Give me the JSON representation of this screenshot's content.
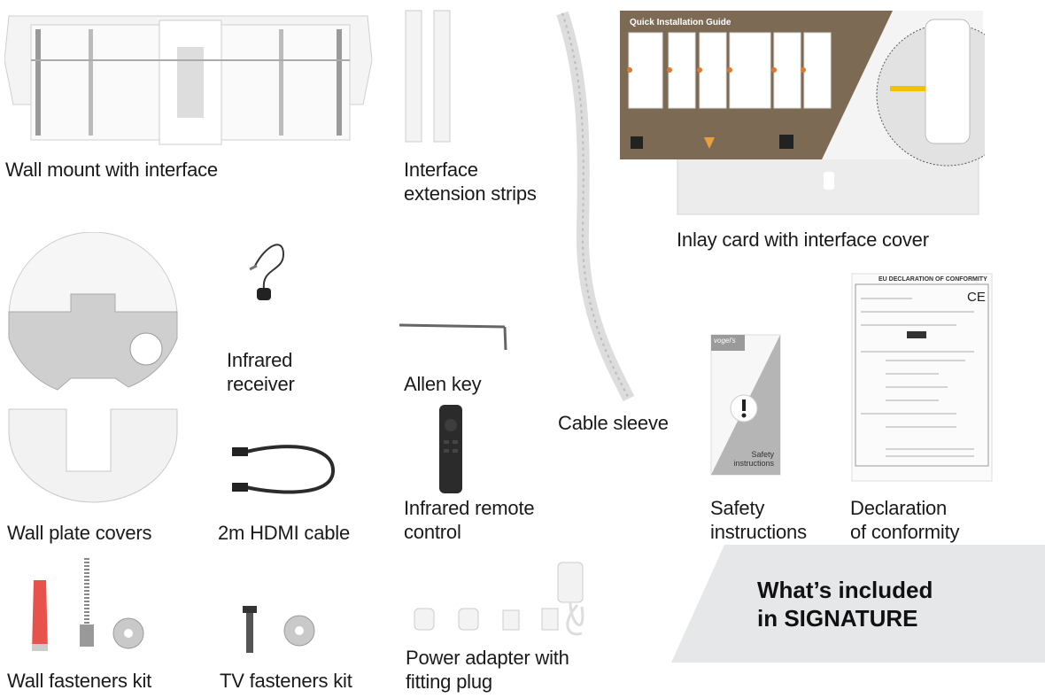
{
  "items": [
    {
      "id": "wall-mount",
      "lines": [
        "Wall mount with interface"
      ]
    },
    {
      "id": "extension-strips",
      "lines": [
        "Interface",
        "extension strips"
      ]
    },
    {
      "id": "inlay-card",
      "lines": [
        "Inlay card with interface cover"
      ]
    },
    {
      "id": "ir-receiver",
      "lines": [
        "Infrared",
        "receiver"
      ]
    },
    {
      "id": "allen-key",
      "lines": [
        "Allen key"
      ]
    },
    {
      "id": "cable-sleeve",
      "lines": [
        "Cable sleeve"
      ]
    },
    {
      "id": "safety",
      "lines": [
        "Safety",
        "instructions"
      ]
    },
    {
      "id": "declaration",
      "lines": [
        "Declaration",
        "of conformity"
      ]
    },
    {
      "id": "wall-plate-covers",
      "lines": [
        "Wall plate covers"
      ]
    },
    {
      "id": "hdmi",
      "lines": [
        "2m HDMI cable"
      ]
    },
    {
      "id": "remote",
      "lines": [
        "Infrared remote",
        "control"
      ]
    },
    {
      "id": "wall-fasteners",
      "lines": [
        "Wall fasteners kit"
      ]
    },
    {
      "id": "tv-fasteners",
      "lines": [
        "TV fasteners kit"
      ]
    },
    {
      "id": "power-adapter",
      "lines": [
        "Power adapter with",
        "fitting plug"
      ]
    }
  ],
  "banner": {
    "lines": [
      "What’s included",
      "in SIGNATURE"
    ]
  },
  "product_print": {
    "guide_title": "Quick Installation Guide",
    "declaration_title": "EU DECLARATION OF CONFORMITY",
    "ce_mark": "CE",
    "safety_booklet": "Safety instructions",
    "brand": "vogel's"
  },
  "colors": {
    "guide_brown": "#7d6a55",
    "banner_gray": "#e6e7e9",
    "accent_orange": "#e0782e"
  }
}
